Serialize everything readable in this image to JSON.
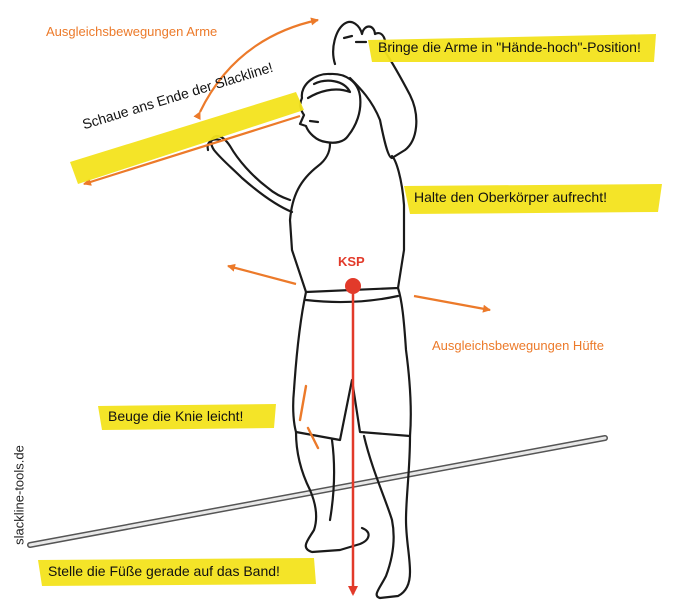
{
  "colors": {
    "orange": "#ec7a2a",
    "red": "#e23a2a",
    "highlight": "#f3e31c",
    "ink": "#1a1a1a",
    "slackline": "#bfbfbf"
  },
  "labels": {
    "arme": "Bringe die Arme in \"Hände-hoch\"-Position!",
    "blick": "Schaue ans Ende der Slackline!",
    "oberkoerper": "Halte den Oberkörper aufrecht!",
    "knie": "Beuge die Knie leicht!",
    "fuesse": "Stelle die Füße gerade auf das Band!",
    "ausgleich_arme": "Ausgleichsbewegungen Arme",
    "ausgleich_huefte": "Ausgleichsbewegungen Hüfte",
    "ksp": "KSP"
  },
  "watermark": "slackline-tools.de"
}
